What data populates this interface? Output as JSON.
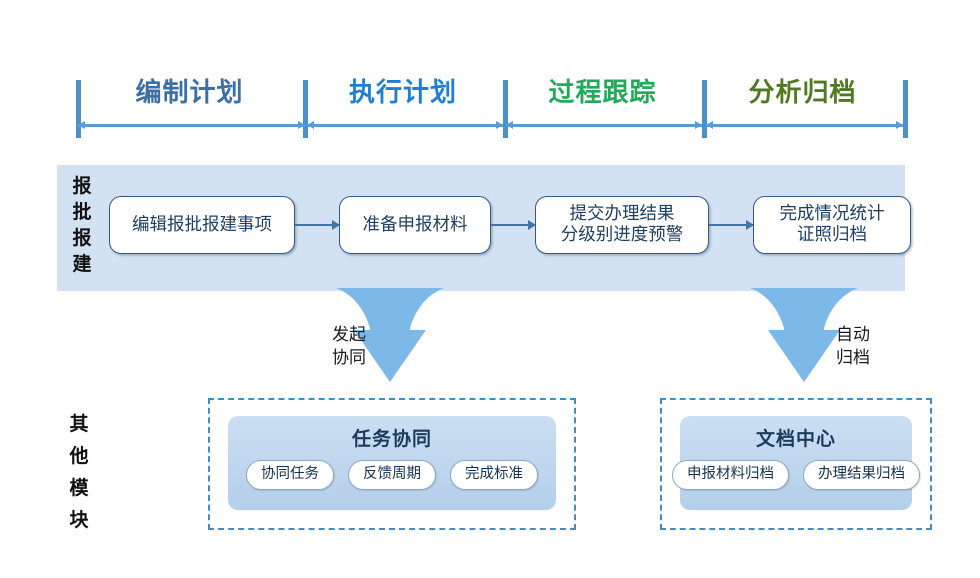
{
  "timeline": {
    "phases": [
      {
        "label": "编制计划",
        "color": "#3c6fa6"
      },
      {
        "label": "执行计划",
        "color": "#1f7fd4"
      },
      {
        "label": "过程跟踪",
        "color": "#22a95a"
      },
      {
        "label": "分析归档",
        "color": "#4f7a1e"
      }
    ],
    "axis_color": "#5b9bd5",
    "tick_color": "#4a90c9"
  },
  "process_band": {
    "label": "报批报建",
    "background": "#d3e2f2",
    "steps": [
      {
        "text": "编辑报批报建事项"
      },
      {
        "text": "准备申报材料"
      },
      {
        "text": "提交办理结果\n分级别进度预警"
      },
      {
        "text": "完成情况统计\n证照归档"
      }
    ]
  },
  "funnels": [
    {
      "label": "发起\n协同",
      "color": "#7cb9e8"
    },
    {
      "label": "自动\n归档",
      "color": "#7cb9e8"
    }
  ],
  "other_modules": {
    "label": "其他模块",
    "border_color": "#3f8fc6",
    "modules": [
      {
        "title": "任务协同",
        "pills": [
          "协同任务",
          "反馈周期",
          "完成标准"
        ]
      },
      {
        "title": "文档中心",
        "pills": [
          "申报材料归档",
          "办理结果归档"
        ]
      }
    ]
  }
}
